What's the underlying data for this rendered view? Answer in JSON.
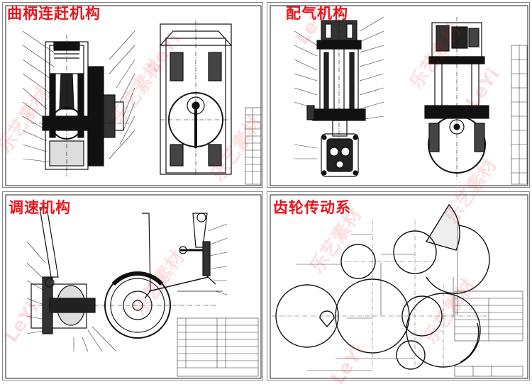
{
  "panels": [
    {
      "title": "曲柄连赶机构"
    },
    {
      "title": "配气机构"
    },
    {
      "title": "调速机构"
    },
    {
      "title": "齿轮传动系"
    }
  ],
  "watermark": {
    "brand_cn": "乐艺素材",
    "brand_en": "LeYi"
  },
  "colors": {
    "title": "#e8151b",
    "line": "#111111",
    "frame": "#222222"
  }
}
